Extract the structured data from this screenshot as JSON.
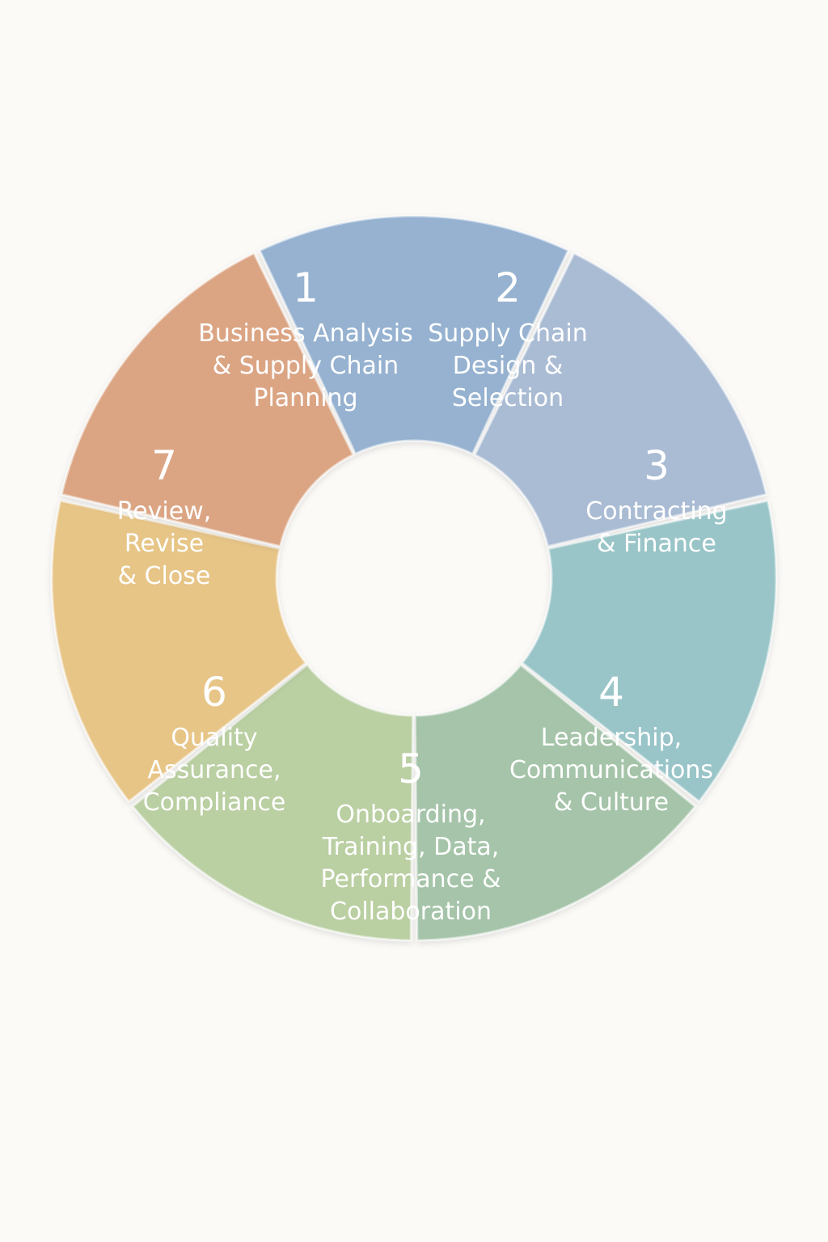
{
  "diagram": {
    "segments": [
      {
        "number": "1",
        "lines": [
          "Business Analysis",
          "& Supply Chain",
          "Planning"
        ],
        "color": "#8eacce"
      },
      {
        "number": "2",
        "lines": [
          "Supply Chain",
          "Design &",
          "Selection"
        ],
        "color": "#a5b8d3"
      },
      {
        "number": "3",
        "lines": [
          "Contracting",
          "& Finance"
        ],
        "color": "#94c2c6"
      },
      {
        "number": "4",
        "lines": [
          "Leadership,",
          "Communications",
          "& Culture"
        ],
        "color": "#9ec0a4"
      },
      {
        "number": "5",
        "lines": [
          "Onboarding,",
          "Training, Data,",
          "Performance &",
          "Collaboration"
        ],
        "color": "#b5cc9c"
      },
      {
        "number": "6",
        "lines": [
          "Quality",
          "Assurance,",
          "Compliance"
        ],
        "color": "#e6c17f"
      },
      {
        "number": "7",
        "lines": [
          "Review,",
          "Revise",
          "& Close"
        ],
        "color": "#d9a07c"
      }
    ]
  }
}
